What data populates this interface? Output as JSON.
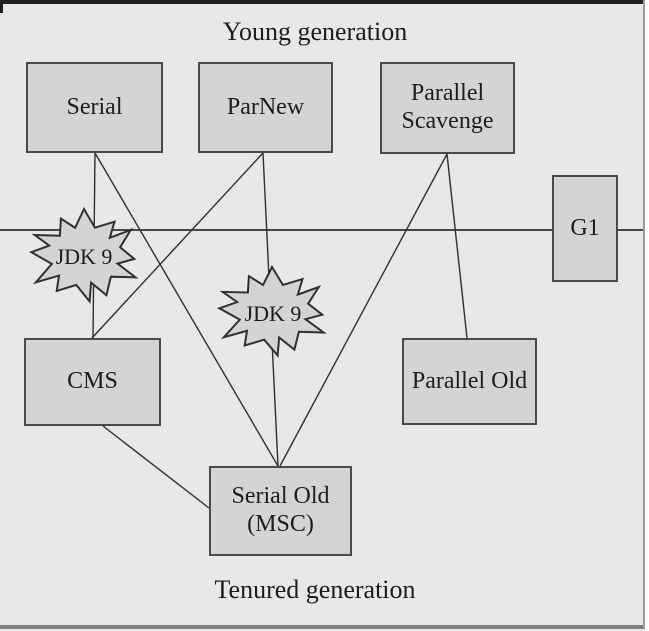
{
  "diagram": {
    "top_caption": "Young generation",
    "bottom_caption": "Tenured generation",
    "nodes": [
      {
        "id": "serial",
        "label": "Serial",
        "generation": "young"
      },
      {
        "id": "parnew",
        "label": "ParNew",
        "generation": "young"
      },
      {
        "id": "parallel_scavenge",
        "label": "Parallel Scavenge",
        "generation": "young"
      },
      {
        "id": "g1",
        "label": "G1",
        "generation": "both"
      },
      {
        "id": "cms",
        "label": "CMS",
        "generation": "tenured"
      },
      {
        "id": "parallel_old",
        "label": "Parallel Old",
        "generation": "tenured"
      },
      {
        "id": "serial_old",
        "label": "Serial Old (MSC)",
        "generation": "tenured"
      }
    ],
    "edges": [
      {
        "from": "serial",
        "to": "cms",
        "badge": "JDK 9"
      },
      {
        "from": "serial",
        "to": "serial_old"
      },
      {
        "from": "parnew",
        "to": "cms"
      },
      {
        "from": "parnew",
        "to": "serial_old",
        "badge": "JDK 9"
      },
      {
        "from": "parallel_scavenge",
        "to": "serial_old"
      },
      {
        "from": "parallel_scavenge",
        "to": "parallel_old"
      },
      {
        "from": "cms",
        "to": "serial_old"
      }
    ],
    "badges": [
      {
        "label": "JDK 9"
      },
      {
        "label": "JDK 9"
      }
    ]
  },
  "colors": {
    "background": "#e8e8e8",
    "box_fill": "#d2d5d2",
    "box_border": "#4a4a4a",
    "line": "#303030",
    "text": "#1c1c1c",
    "top_bar": "#212121",
    "bottom_bar": "#7e7e7e",
    "right_line": "#9a9a9a"
  }
}
